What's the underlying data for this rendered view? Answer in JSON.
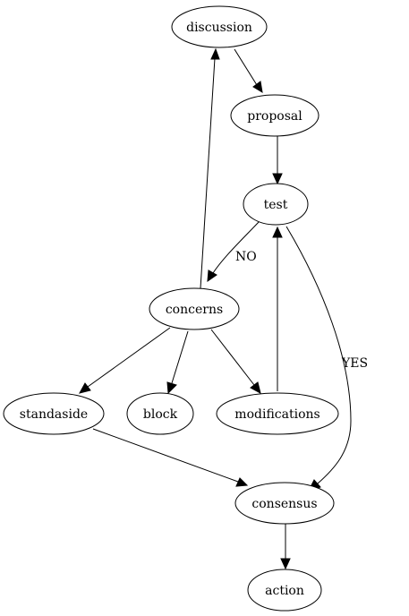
{
  "nodes": [
    {
      "id": "discussion",
      "label": "discussion"
    },
    {
      "id": "proposal",
      "label": "proposal"
    },
    {
      "id": "test",
      "label": "test"
    },
    {
      "id": "concerns",
      "label": "concerns"
    },
    {
      "id": "standaside",
      "label": "standaside"
    },
    {
      "id": "block",
      "label": "block"
    },
    {
      "id": "modifications",
      "label": "modifications"
    },
    {
      "id": "consensus",
      "label": "consensus"
    },
    {
      "id": "action",
      "label": "action"
    }
  ],
  "edges": [
    {
      "id": "discussion-to-proposal",
      "from": "discussion",
      "to": "proposal",
      "label": ""
    },
    {
      "id": "proposal-to-test",
      "from": "proposal",
      "to": "test",
      "label": ""
    },
    {
      "id": "test-to-concerns",
      "from": "test",
      "to": "concerns",
      "label": "NO"
    },
    {
      "id": "test-to-consensus",
      "from": "test",
      "to": "consensus",
      "label": "YES"
    },
    {
      "id": "concerns-to-discussion",
      "from": "concerns",
      "to": "discussion",
      "label": ""
    },
    {
      "id": "concerns-to-standaside",
      "from": "concerns",
      "to": "standaside",
      "label": ""
    },
    {
      "id": "concerns-to-block",
      "from": "concerns",
      "to": "block",
      "label": ""
    },
    {
      "id": "concerns-to-modifications",
      "from": "concerns",
      "to": "modifications",
      "label": ""
    },
    {
      "id": "modifications-to-test",
      "from": "modifications",
      "to": "test",
      "label": ""
    },
    {
      "id": "standaside-to-consensus",
      "from": "standaside",
      "to": "consensus",
      "label": ""
    },
    {
      "id": "consensus-to-action",
      "from": "consensus",
      "to": "action",
      "label": ""
    }
  ]
}
